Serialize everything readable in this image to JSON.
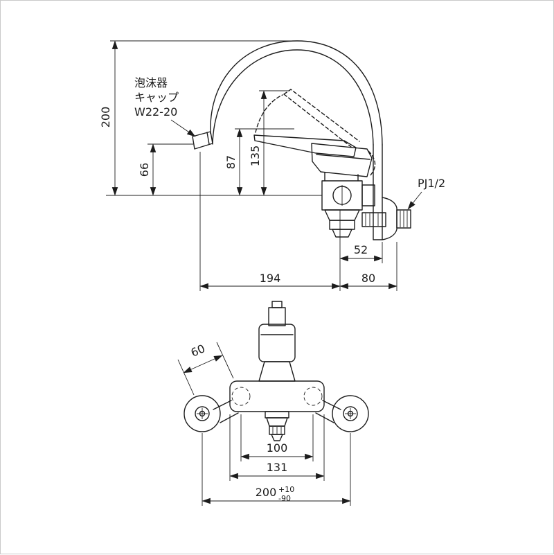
{
  "drawing": {
    "background": "#ffffff",
    "line_color": "#1c1c1c",
    "callouts": {
      "aerator_line1": "泡沫器",
      "aerator_line2": "キャップ",
      "aerator_line3": "W22-20",
      "wall_thread": "PJ1/2"
    },
    "side_view_dimensions": {
      "overall_height": "200",
      "spout_height": "66",
      "lever_height": "87",
      "lever_up_height": "135",
      "valve_to_wall_pipe": "52",
      "spout_reach": "194",
      "center_to_wall": "80"
    },
    "front_view_dimensions": {
      "leg_length": "60",
      "hole_pitch": "100",
      "body_width": "131",
      "mount_pitch": "200",
      "mount_pitch_tol_plus": "+10",
      "mount_pitch_tol_minus": "-90"
    }
  }
}
